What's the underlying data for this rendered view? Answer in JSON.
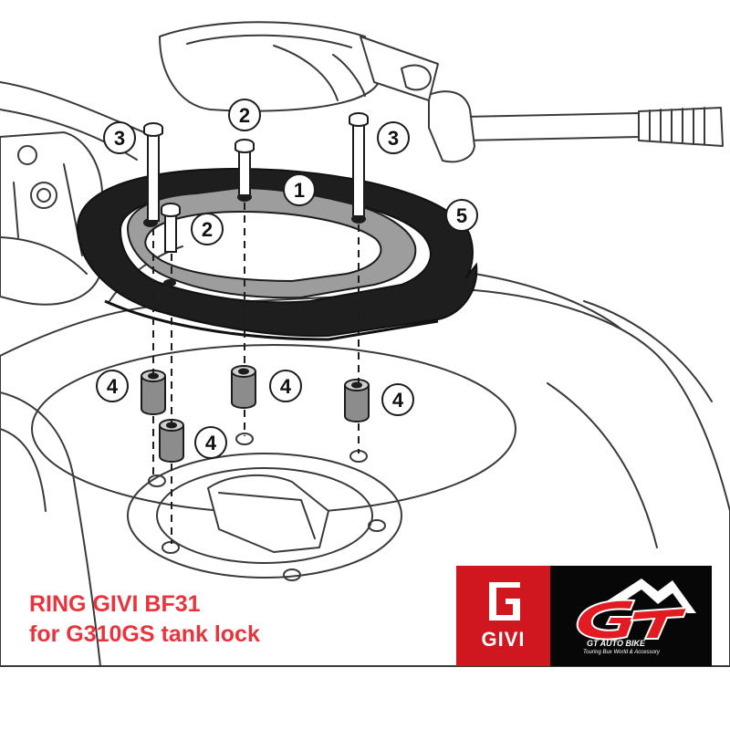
{
  "diagram": {
    "callouts": {
      "bolt_long_left": "3",
      "bolt_short_center": "2",
      "bolt_long_right": "3",
      "flange_ring": "1",
      "outer_ring": "5",
      "bolt_short_left": "2",
      "spacer_left_top": "4",
      "spacer_center": "4",
      "spacer_right": "4",
      "spacer_left_bottom": "4"
    }
  },
  "caption": {
    "line1": "RING GIVI BF31",
    "line2": "for G310GS tank lock",
    "color": "#e8343c"
  },
  "logos": {
    "givi": {
      "text": "GIVI",
      "bg": "#d0161f"
    },
    "gt": {
      "mark": "GT",
      "name": "GT AUTO BIKE",
      "tagline": "Touring Bux World & Accessory",
      "bg": "#070707",
      "accent": "#e21b23"
    }
  },
  "colors": {
    "outline": "#1c1c1c",
    "part_fill": "#9d9d9d",
    "spacer_fill": "#8c8c8c",
    "background_lines": "#3a3a3a"
  }
}
